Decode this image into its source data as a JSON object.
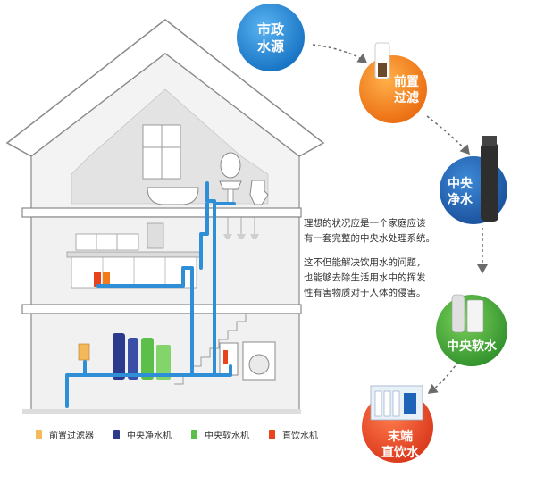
{
  "colors": {
    "pipe": "#2f8fd6",
    "house_wall": "#f1f1f1",
    "house_stroke": "#8a8a8a",
    "roof_fill": "#ffffff",
    "circle_municipal": "#1d86d6",
    "circle_pre_filter": "#f57a19",
    "circle_central_purify": "#1f63b8",
    "circle_softener": "#43a83b",
    "circle_drinking": "#e8431c",
    "arrow": "#6b6b6b"
  },
  "flow": [
    {
      "label_line1": "市政",
      "label_line2": "水源",
      "color": "#1d86d6"
    },
    {
      "label_line1": "前置",
      "label_line2": "过滤",
      "color": "#f57a19"
    },
    {
      "label_line1": "中央",
      "label_line2": "净水",
      "color": "#1f63b8"
    },
    {
      "label_line1": "中央软水",
      "label_line2": "",
      "color": "#43a83b"
    },
    {
      "label_line1": "末端",
      "label_line2": "直饮水",
      "color": "#e8431c"
    }
  ],
  "description": {
    "para1_line1": "理想的状况应是一个家庭应该",
    "para1_line2": "有一套完整的中央水处理系统。",
    "para2_line1": "这不但能解决饮用水的问题，",
    "para2_line2": "也能够去除生活用水中的挥发",
    "para2_line3": "性有害物质对于人体的侵害。"
  },
  "legend": [
    {
      "label": "前置过滤器",
      "color": "#f5b85a",
      "icon": "pre-filter-swatch"
    },
    {
      "label": "中央净水机",
      "color": "#2b3a8c",
      "icon": "purifier-swatch"
    },
    {
      "label": "中央软水机",
      "color": "#5cbf4a",
      "icon": "softener-swatch"
    },
    {
      "label": "直饮水机",
      "color": "#e8431c",
      "icon": "drinking-swatch"
    }
  ]
}
